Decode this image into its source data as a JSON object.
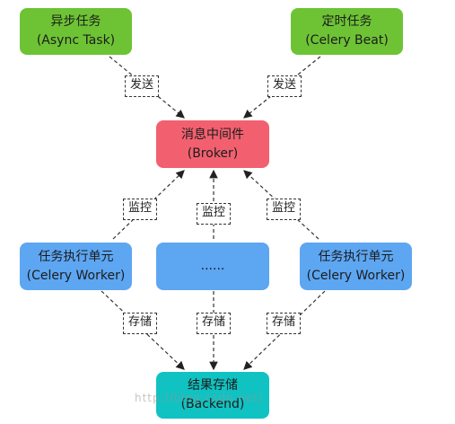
{
  "nodes": {
    "async_task": {
      "title": "异步任务",
      "subtitle": "(Async Task)",
      "color": "#6ec335"
    },
    "celery_beat": {
      "title": "定时任务",
      "subtitle": "(Celery Beat)",
      "color": "#6ec335"
    },
    "broker": {
      "title": "消息中间件",
      "subtitle": "(Broker)",
      "color": "#f2606f"
    },
    "worker_left": {
      "title": "任务执行单元",
      "subtitle": "(Celery Worker)",
      "color": "#5da6f2"
    },
    "worker_middle": {
      "title": "......",
      "color": "#5da6f2"
    },
    "worker_right": {
      "title": "任务执行单元",
      "subtitle": "(Celery Worker)",
      "color": "#5da6f2"
    },
    "backend": {
      "title": "结果存储",
      "subtitle": "(Backend)",
      "color": "#11c2c2"
    }
  },
  "edge_labels": {
    "send": "发送",
    "monitor": "监控",
    "store": "存储"
  },
  "watermark": "http://blog.csdn.net/"
}
